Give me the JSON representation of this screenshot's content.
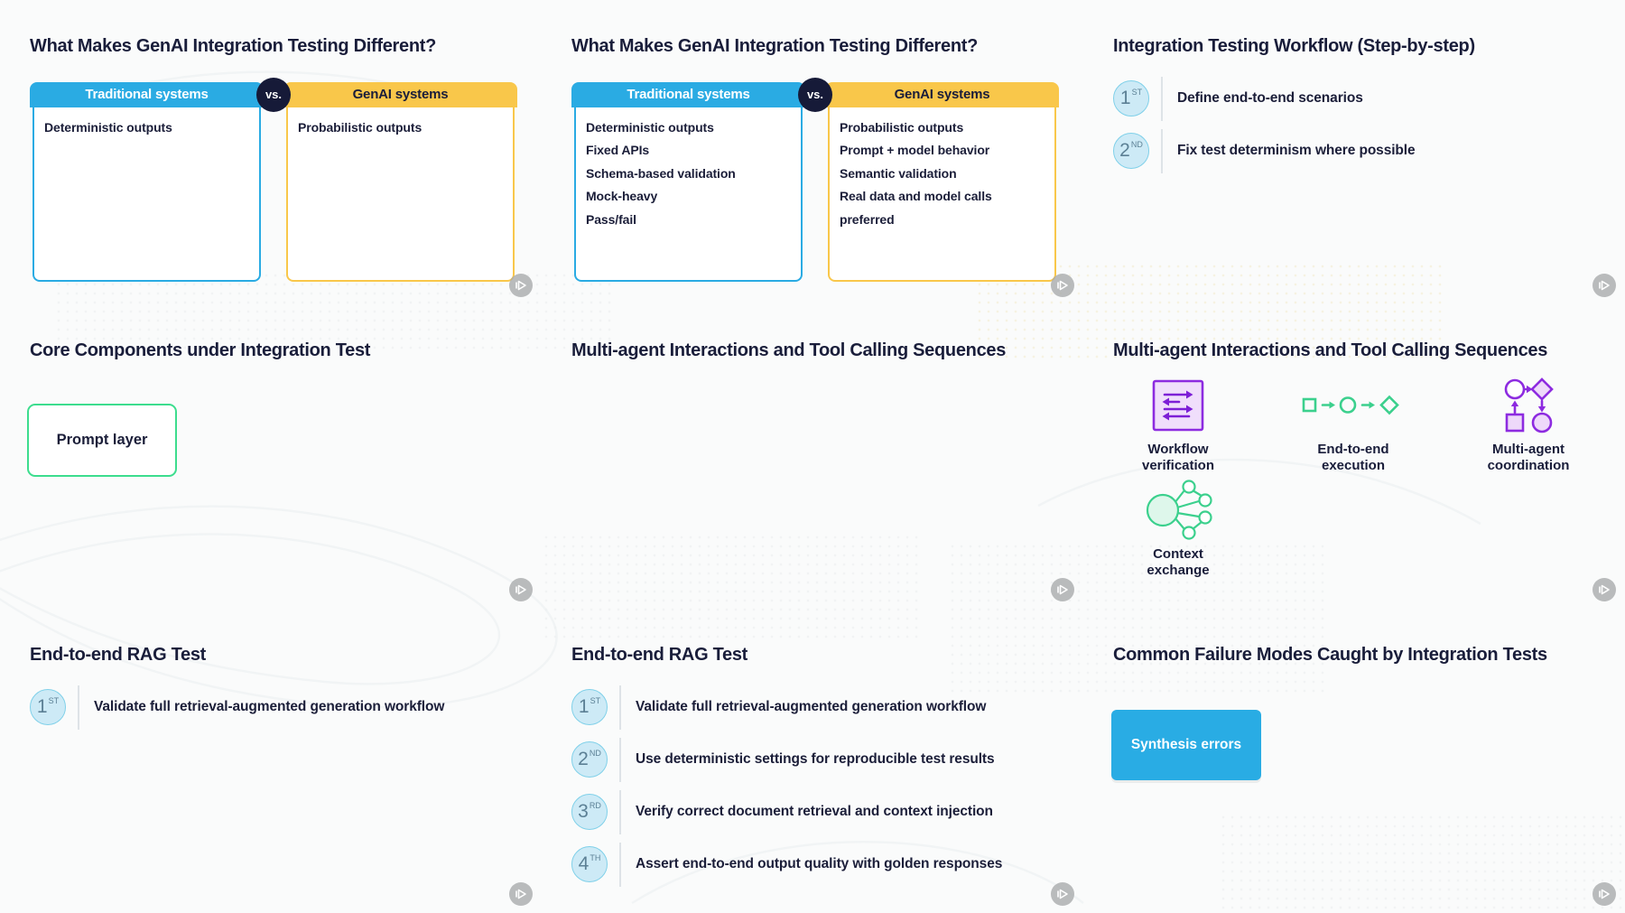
{
  "colors": {
    "page_background": "#fafbfb",
    "title_text": "#191d3a",
    "accent_blue": "#2aabe3",
    "accent_yellow": "#f9c74a",
    "accent_green": "#3cdd8e",
    "accent_purple": "#8d2be0",
    "vs_badge_background": "#161a38",
    "step_badge_fill": "#cdeaf6",
    "step_badge_border": "#7fd0e9",
    "step_number_text": "#5c8095",
    "play_marker_gray": "#a9abad"
  },
  "slide1": {
    "title": "What Makes GenAI Integration Testing Different?",
    "left_header": "Traditional systems",
    "vs": "vs.",
    "right_header": "GenAI systems",
    "left_items": [
      "Deterministic outputs"
    ],
    "right_items": [
      "Probabilistic outputs"
    ]
  },
  "slide2": {
    "title": "What Makes GenAI Integration Testing Different?",
    "left_header": "Traditional systems",
    "vs": "vs.",
    "right_header": "GenAI systems",
    "left_items": [
      "Deterministic outputs",
      "Fixed APIs",
      "Schema-based validation",
      "Mock-heavy",
      "Pass/fail"
    ],
    "right_items": [
      "Probabilistic outputs",
      "Prompt + model behavior",
      "Semantic validation",
      "Real data and model calls preferred"
    ]
  },
  "slide3": {
    "title": "Integration Testing Workflow (Step-by-step)",
    "steps": [
      {
        "num": "1",
        "ord": "ST",
        "text": "Define end-to-end scenarios"
      },
      {
        "num": "2",
        "ord": "ND",
        "text": "Fix test determinism where possible"
      }
    ]
  },
  "slide4": {
    "title": "Core Components under Integration Test",
    "box_label": "Prompt layer"
  },
  "slide5": {
    "title": "Multi-agent Interactions and Tool Calling Sequences"
  },
  "slide6": {
    "title": "Multi-agent Interactions and Tool Calling Sequences",
    "features": [
      {
        "icon": "workflow-verification-icon",
        "label": "Workflow verification"
      },
      {
        "icon": "end-to-end-execution-icon",
        "label": "End-to-end execution"
      },
      {
        "icon": "multi-agent-coordination-icon",
        "label": "Multi-agent coordination"
      },
      {
        "icon": "context-exchange-icon",
        "label": "Context exchange"
      }
    ]
  },
  "slide7": {
    "title": "End-to-end RAG Test",
    "steps": [
      {
        "num": "1",
        "ord": "ST",
        "text": "Validate full retrieval-augmented generation workflow"
      }
    ]
  },
  "slide8": {
    "title": "End-to-end RAG Test",
    "steps": [
      {
        "num": "1",
        "ord": "ST",
        "text": "Validate full retrieval-augmented generation workflow"
      },
      {
        "num": "2",
        "ord": "ND",
        "text": "Use deterministic settings for reproducible test results"
      },
      {
        "num": "3",
        "ord": "RD",
        "text": "Verify correct document retrieval and context injection"
      },
      {
        "num": "4",
        "ord": "TH",
        "text": "Assert end-to-end output quality with golden responses"
      }
    ]
  },
  "slide9": {
    "title": "Common Failure Modes Caught by Integration Tests",
    "button_label": "Synthesis errors"
  }
}
